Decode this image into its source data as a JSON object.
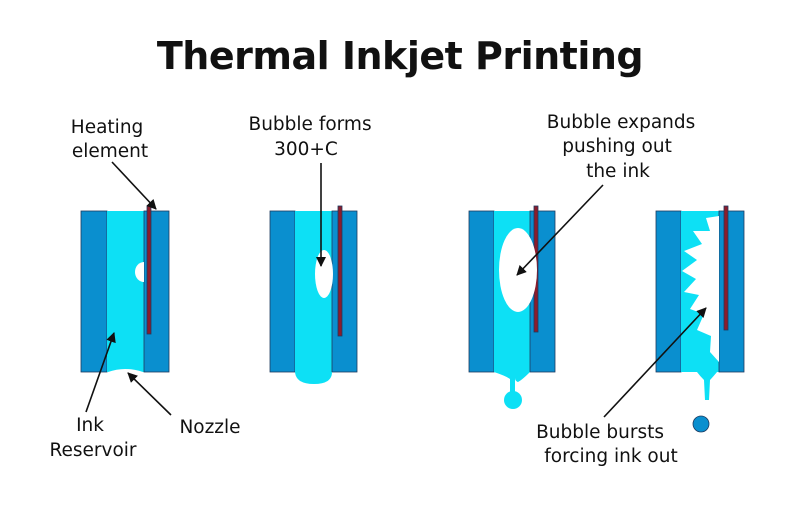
{
  "title": "Thermal Inkjet Printing",
  "labels": {
    "heating_element": [
      "Heating",
      "element"
    ],
    "bubble_forms": [
      "Bubble forms",
      "300+C"
    ],
    "bubble_expands": [
      "Bubble expands",
      "pushing out",
      "the ink"
    ],
    "ink_reservoir": [
      "Ink",
      "Reservoir"
    ],
    "nozzle": [
      "Nozzle"
    ],
    "bubble_bursts": [
      "Bubble bursts",
      "forcing ink out"
    ]
  },
  "colors": {
    "wall": "#0a8fcf",
    "ink": "#0de0f5",
    "heater": "#8b1c2c",
    "drop": "#0a8fcf",
    "outline": "#1e3a5f",
    "text": "#111111"
  }
}
